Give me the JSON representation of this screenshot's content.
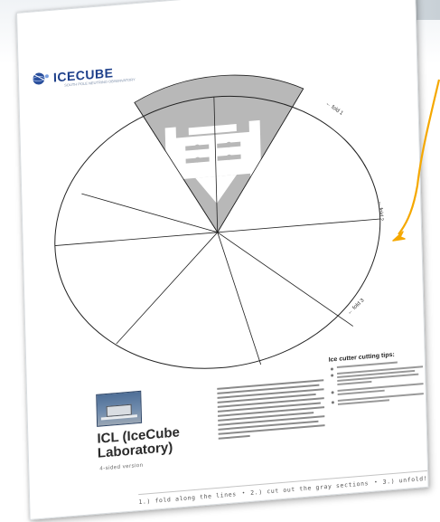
{
  "logo": {
    "text": "ICECUBE",
    "tagline": "SOUTH POLE NEUTRINO OBSERVATORY"
  },
  "wheel": {
    "segment_labels": [
      "← fold 1",
      "← fold 2",
      "← fold 3"
    ],
    "gray_color": "#b8b8b8",
    "line_color": "#222222"
  },
  "model": {
    "title": "ICL (IceCube Laboratory)",
    "subtitle": "4-sided version"
  },
  "tips": {
    "title": "Ice cutter cutting tips:"
  },
  "steps": [
    "1.) fold along the lines",
    "2.) cut out the gray sections",
    "3.) unfold!"
  ],
  "arrow_color": "#f5a800"
}
